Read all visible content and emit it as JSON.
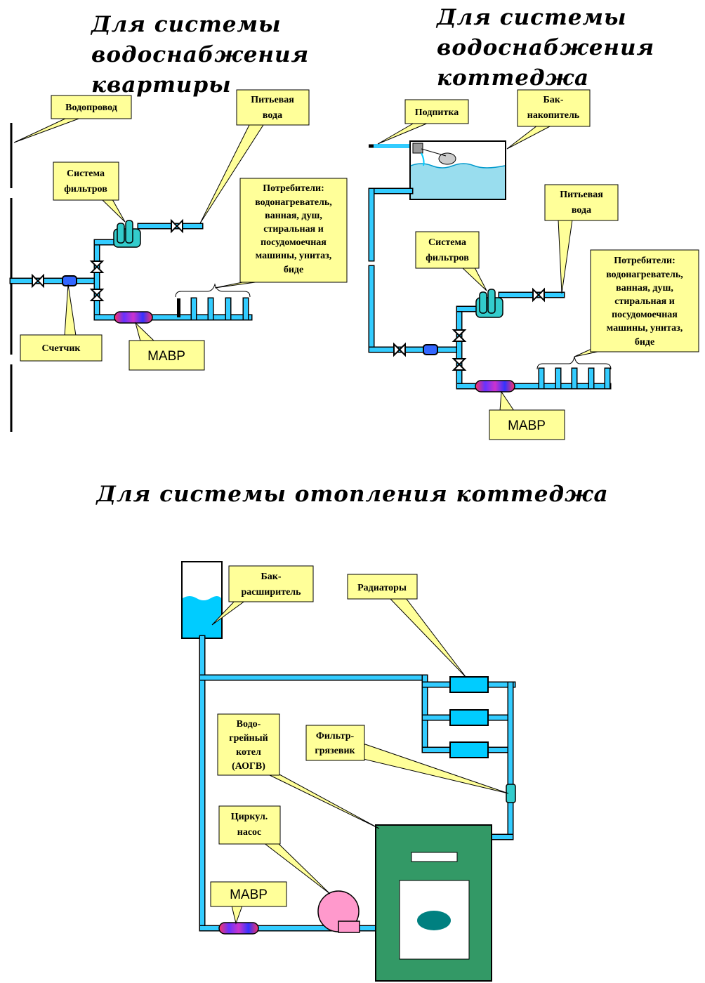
{
  "titles": {
    "apartment": [
      "Для системы",
      "водоснабжения",
      "квартиры"
    ],
    "cottage": [
      "Для системы",
      "водоснабжения",
      "коттеджа"
    ],
    "heating": "Для системы отопления коттеджа"
  },
  "apartment": {
    "vodoprovod": "Водопровод",
    "pitevaya": [
      "Питьевая",
      "вода"
    ],
    "filters": [
      "Система",
      "фильтров"
    ],
    "consumers": [
      "Потребители:",
      "водонагреватель,",
      "ванная, душ,",
      "стиральная и",
      "посудомоечная",
      "машины, унитаз,",
      "биде"
    ],
    "meter": "Счетчик",
    "mavr": "МАВР"
  },
  "cottage": {
    "podpitka": "Подпитка",
    "tank": [
      "Бак-",
      "накопитель"
    ],
    "pitevaya": [
      "Питьевая",
      "вода"
    ],
    "filters": [
      "Система",
      "фильтров"
    ],
    "consumers": [
      "Потребители:",
      "водонагреватель,",
      "ванная, душ,",
      "стиральная и",
      "посудомоечная",
      "машины, унитаз,",
      "биде"
    ],
    "mavr": "МАВР"
  },
  "heating": {
    "expansion_tank": [
      "Бак-",
      "расширитель"
    ],
    "radiators": "Радиаторы",
    "boiler": [
      "Водо-",
      "грейный",
      "котел",
      "(АОГВ)"
    ],
    "mud_filter": [
      "Фильтр-",
      "грязевик"
    ],
    "pump": [
      "Циркул.",
      "насос"
    ],
    "mavr": "МАВР"
  },
  "colors": {
    "pipe": "#33ccff",
    "callout": "#ffff99",
    "water": "#00ccff",
    "boiler": "#339966",
    "pump": "#ff99cc",
    "filter": "#33cccc",
    "flame": "#008080"
  }
}
